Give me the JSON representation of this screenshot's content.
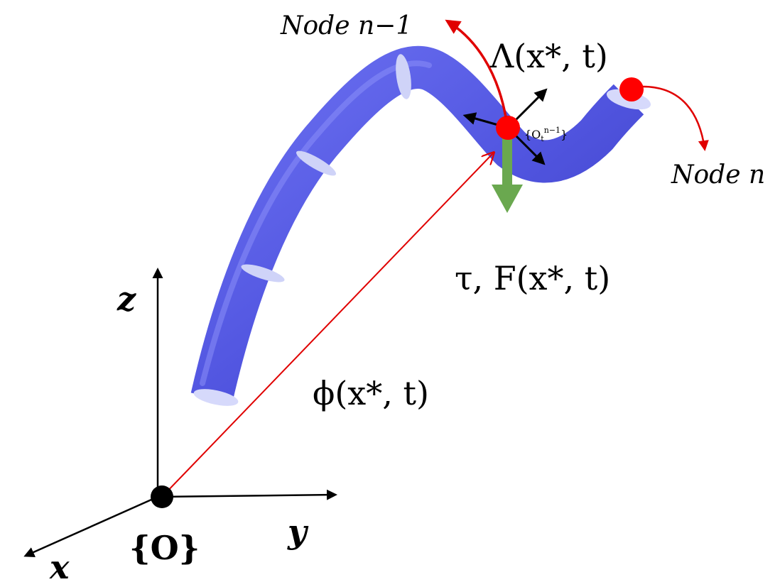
{
  "labels": {
    "node_prev": "Node n−1",
    "node_next": "Node n",
    "lambda": "Λ(x*, t)",
    "frame_local": "{O",
    "frame_local_sub": "t",
    "frame_local_sup": "n−1",
    "frame_local_close": "}",
    "tau_force": "τ, F(x*, t)",
    "phi": "ϕ(x*, t)",
    "axis_z": "z",
    "axis_y": "y",
    "axis_x": "x",
    "origin": "{O}"
  },
  "colors": {
    "rod": "#5a5ee8",
    "rod_dark": "#3c3fc4",
    "rod_ring": "#c9cdf7",
    "node": "#ff0000",
    "arrow_red": "#e00000",
    "force_arrow": "#6aa84f",
    "axis": "#000000"
  },
  "icons": {
    "origin_marker": "black-dot",
    "node_marker": "red-dot"
  }
}
